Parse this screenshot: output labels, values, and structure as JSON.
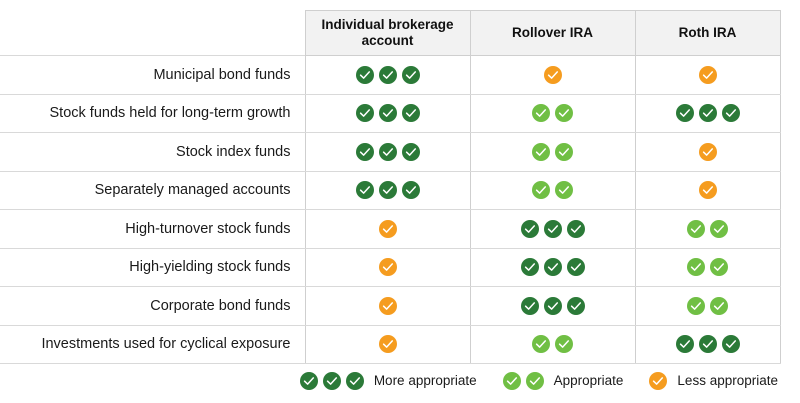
{
  "chart_data": {
    "type": "table",
    "title": "",
    "columns": [
      "",
      "Individual brokerage account",
      "Rollover IRA",
      "Roth IRA"
    ],
    "rating_scale": [
      {
        "key": "more",
        "label": "More appropriate",
        "count": 3,
        "color": "#2b7a38"
      },
      {
        "key": "some",
        "label": "Appropriate",
        "count": 2,
        "color": "#70bf44"
      },
      {
        "key": "less",
        "label": "Less appropriate",
        "count": 1,
        "color": "#f59c1f"
      }
    ],
    "categories": [
      "Municipal bond funds",
      "Stock funds held for long-term growth",
      "Stock index funds",
      "Separately managed accounts",
      "High-turnover stock funds",
      "High-yielding stock funds",
      "Corporate bond funds",
      "Investments used for cyclical exposure"
    ],
    "series": [
      {
        "name": "Individual brokerage account",
        "values": [
          "more",
          "more",
          "more",
          "more",
          "less",
          "less",
          "less",
          "less"
        ]
      },
      {
        "name": "Rollover IRA",
        "values": [
          "less",
          "some",
          "some",
          "some",
          "more",
          "more",
          "more",
          "some"
        ]
      },
      {
        "name": "Roth IRA",
        "values": [
          "less",
          "more",
          "less",
          "less",
          "some",
          "some",
          "some",
          "more"
        ]
      }
    ]
  },
  "table": {
    "header": {
      "corner_label": "",
      "columns": [
        {
          "label": "Individual brokerage account"
        },
        {
          "label": "Rollover IRA"
        },
        {
          "label": "Roth IRA"
        }
      ]
    },
    "rows": [
      {
        "label": "Municipal bond funds",
        "cells": [
          "more",
          "less",
          "less"
        ]
      },
      {
        "label": "Stock funds held for long-term growth",
        "cells": [
          "more",
          "some",
          "more"
        ]
      },
      {
        "label": "Stock index funds",
        "cells": [
          "more",
          "some",
          "less"
        ]
      },
      {
        "label": "Separately managed accounts",
        "cells": [
          "more",
          "some",
          "less"
        ]
      },
      {
        "label": "High-turnover stock funds",
        "cells": [
          "less",
          "more",
          "some"
        ]
      },
      {
        "label": "High-yielding stock funds",
        "cells": [
          "less",
          "more",
          "some"
        ]
      },
      {
        "label": "Corporate bond funds",
        "cells": [
          "less",
          "more",
          "some"
        ]
      },
      {
        "label": "Investments used for cyclical exposure",
        "cells": [
          "less",
          "some",
          "more"
        ]
      }
    ]
  },
  "legend": {
    "items": [
      {
        "key": "more",
        "label": "More appropriate",
        "count": 3
      },
      {
        "key": "some",
        "label": "Appropriate",
        "count": 2
      },
      {
        "key": "less",
        "label": "Less appropriate",
        "count": 1
      }
    ]
  },
  "colors": {
    "more": "#2b7a38",
    "some": "#70bf44",
    "less": "#f59c1f",
    "header_bg": "#f2f2f2",
    "grid": "#d9d9d9",
    "col_divider": "#cfcfcf",
    "text": "#1a1a1a"
  }
}
